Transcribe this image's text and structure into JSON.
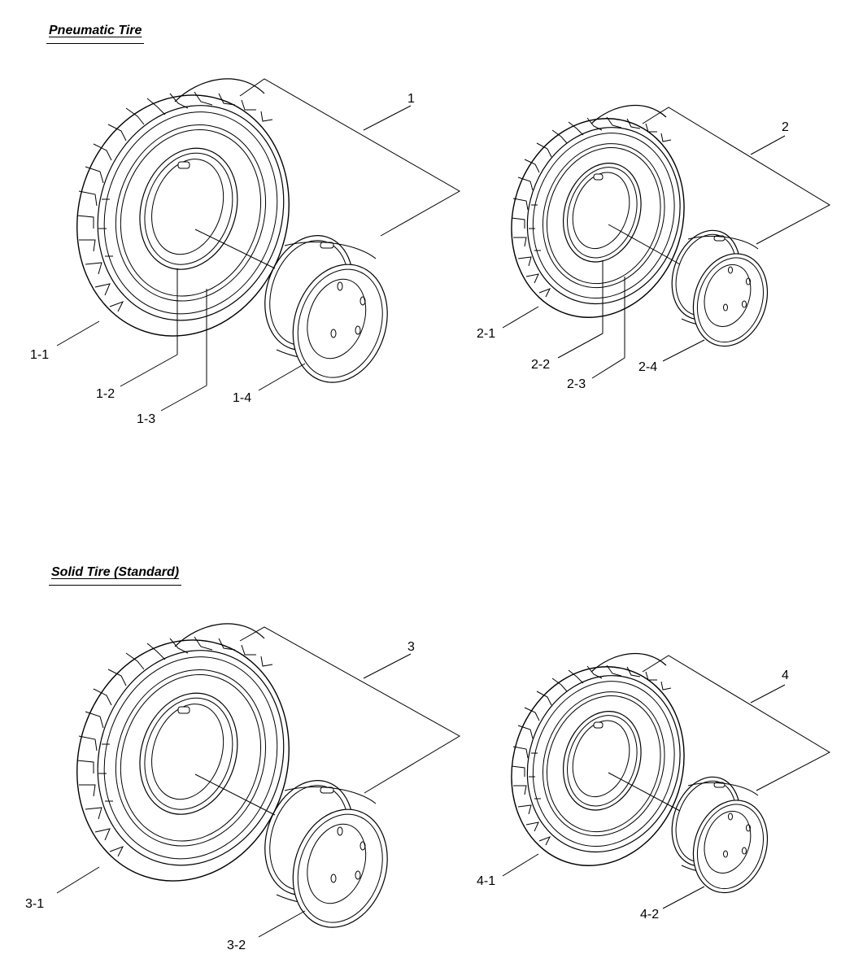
{
  "sections": {
    "pneumatic": {
      "title": "Pneumatic Tire"
    },
    "solid": {
      "title": "Solid Tire (Standard)"
    }
  },
  "assemblies": [
    {
      "id": "1",
      "label": "1",
      "parts": [
        "1-1",
        "1-2",
        "1-3",
        "1-4"
      ]
    },
    {
      "id": "2",
      "label": "2",
      "parts": [
        "2-1",
        "2-2",
        "2-3",
        "2-4"
      ]
    },
    {
      "id": "3",
      "label": "3",
      "parts": [
        "3-1",
        "3-2"
      ]
    },
    {
      "id": "4",
      "label": "4",
      "parts": [
        "4-1",
        "4-2"
      ]
    }
  ],
  "labels": {
    "a1": "1",
    "p1_1": "1-1",
    "p1_2": "1-2",
    "p1_3": "1-3",
    "p1_4": "1-4",
    "a2": "2",
    "p2_1": "2-1",
    "p2_2": "2-2",
    "p2_3": "2-3",
    "p2_4": "2-4",
    "a3": "3",
    "p3_1": "3-1",
    "p3_2": "3-2",
    "a4": "4",
    "p4_1": "4-1",
    "p4_2": "4-2"
  },
  "colors": {
    "line": "#000000",
    "background": "#ffffff"
  }
}
